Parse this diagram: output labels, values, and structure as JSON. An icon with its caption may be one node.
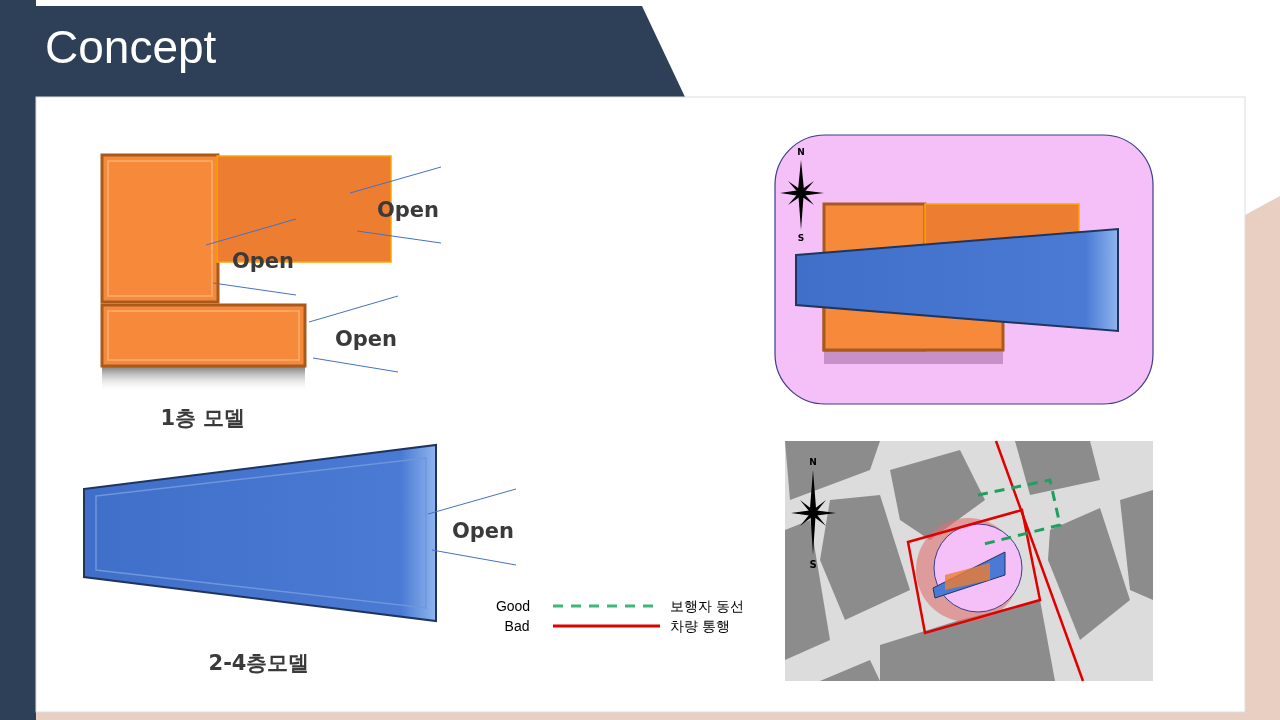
{
  "diagram": {
    "title": "Concept",
    "labels": [
      "Open",
      "Open",
      "Open",
      "1층 모델",
      "N",
      "S",
      "Open",
      "2-4층모델",
      "N",
      "S",
      "Good",
      "Bad"
    ],
    "legend": [
      {
        "text": "보행자 동선"
      },
      {
        "text": "차량 통행"
      }
    ]
  }
}
